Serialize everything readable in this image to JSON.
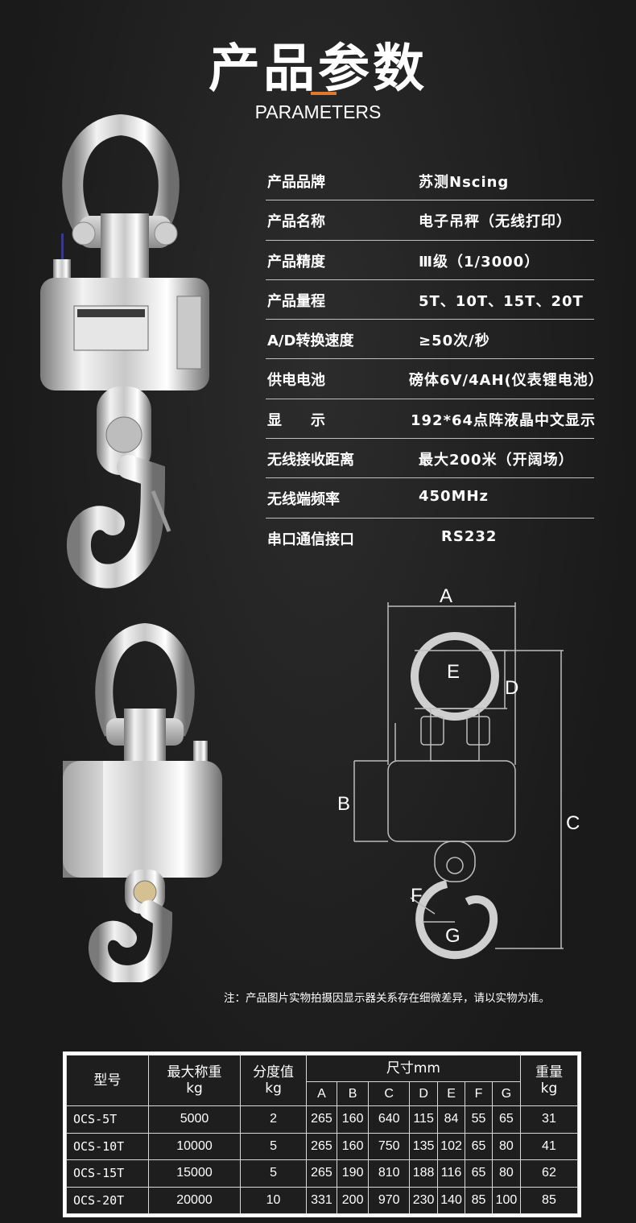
{
  "header": {
    "title": "产品参数",
    "subtitle": "PARAMETERS",
    "accent_color": "#e0792d"
  },
  "params": [
    {
      "label": "产品品牌",
      "value": "苏测Nscing"
    },
    {
      "label": "产品名称",
      "value": "电子吊秤（无线打印）"
    },
    {
      "label": "产品精度",
      "value": "Ⅲ级（1/3000）"
    },
    {
      "label": "产品量程",
      "value": "5T、10T、15T、20T"
    },
    {
      "label": "A/D转换速度",
      "value": "≥50次/秒"
    },
    {
      "label": "供电电池",
      "value": "磅体6V/4AH(仪表锂电池）"
    },
    {
      "label": "显　　示",
      "value": "192*64点阵液晶中文显示"
    },
    {
      "label": "无线接收距离",
      "value": "最大200米（开阔场）"
    },
    {
      "label": "无线端频率",
      "value": "450MHz"
    },
    {
      "label": "串口通信接口",
      "value": "RS232"
    }
  ],
  "diagram": {
    "labels": {
      "A": "A",
      "B": "B",
      "C": "C",
      "D": "D",
      "E": "E",
      "F": "F",
      "G": "G"
    }
  },
  "note": "注：产品图片实物拍摄因显示器关系存在细微差异，请以实物为准。",
  "spec_table": {
    "headers": {
      "model": "型号",
      "max_weight": "最大称重",
      "max_weight_unit": "kg",
      "division": "分度值",
      "division_unit": "kg",
      "size": "尺寸mm",
      "weight": "重量",
      "weight_unit": "kg",
      "dims": [
        "A",
        "B",
        "C",
        "D",
        "E",
        "F",
        "G"
      ]
    },
    "rows": [
      {
        "model": "OCS-5T",
        "max": "5000",
        "div": "2",
        "dims": [
          "265",
          "160",
          "640",
          "115",
          "84",
          "55",
          "65"
        ],
        "weight": "31"
      },
      {
        "model": "OCS-10T",
        "max": "10000",
        "div": "5",
        "dims": [
          "265",
          "160",
          "750",
          "135",
          "102",
          "65",
          "80"
        ],
        "weight": "41"
      },
      {
        "model": "OCS-15T",
        "max": "15000",
        "div": "5",
        "dims": [
          "265",
          "190",
          "810",
          "188",
          "116",
          "65",
          "80"
        ],
        "weight": "62"
      },
      {
        "model": "OCS-20T",
        "max": "20000",
        "div": "10",
        "dims": [
          "331",
          "200",
          "970",
          "230",
          "140",
          "85",
          "100"
        ],
        "weight": "85"
      }
    ]
  }
}
